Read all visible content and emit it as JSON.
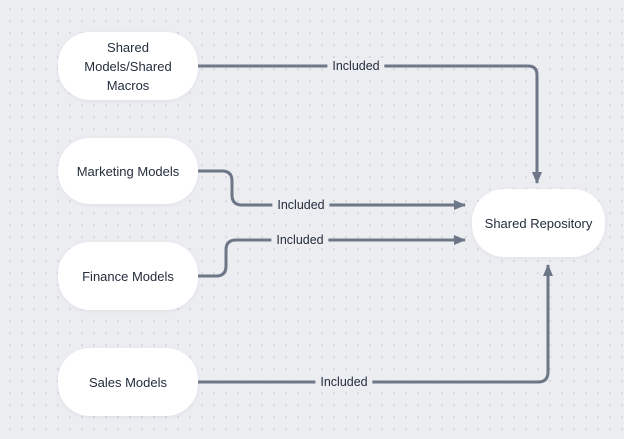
{
  "diagram": {
    "colors": {
      "background": "#ECEDF1",
      "dot_grid": "#D7DAE0",
      "node_fill": "#FFFFFF",
      "edge_stroke": "#6D7787",
      "text": "#242E3E"
    },
    "nodes": [
      {
        "id": "shared-models-shared-macros",
        "label": "Shared Models/Shared Macros",
        "lines": [
          "Shared",
          "Models/Shared",
          "Macros"
        ]
      },
      {
        "id": "marketing-models",
        "label": "Marketing Models"
      },
      {
        "id": "finance-models",
        "label": "Finance Models"
      },
      {
        "id": "sales-models",
        "label": "Sales Models"
      },
      {
        "id": "shared-repository",
        "label": "Shared Repository"
      }
    ],
    "edges": [
      {
        "from": "shared-models-shared-macros",
        "to": "shared-repository",
        "label": "Included",
        "enters_at": "top"
      },
      {
        "from": "marketing-models",
        "to": "shared-repository",
        "label": "Included",
        "enters_at": "left"
      },
      {
        "from": "finance-models",
        "to": "shared-repository",
        "label": "Included",
        "enters_at": "left"
      },
      {
        "from": "sales-models",
        "to": "shared-repository",
        "label": "Included",
        "enters_at": "bottom"
      }
    ]
  }
}
